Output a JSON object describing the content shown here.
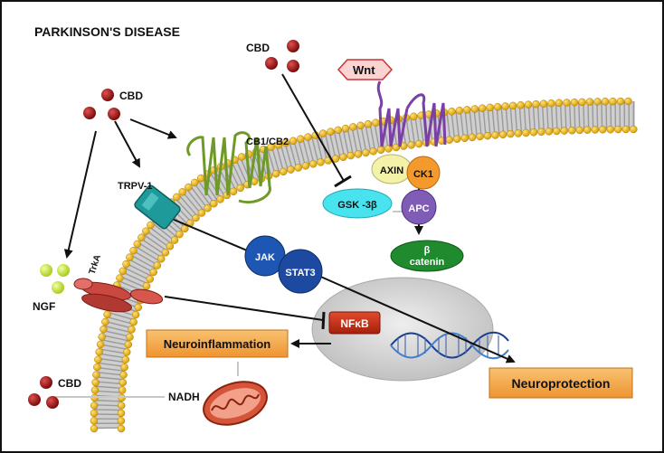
{
  "title": "PARKINSON'S DISEASE",
  "labels": {
    "cbd_top": "CBD",
    "cbd_left": "CBD",
    "cbd_bottom": "CBD",
    "wnt": "Wnt",
    "cb1_cb2": "CB1/CB2",
    "trpv1": "TRPV-1",
    "trka": "TrkA",
    "ngf": "NGF",
    "axin": "AXIN",
    "ck1": "CK1",
    "gsk3b": "GSK -3β",
    "apc": "APC",
    "beta": "β",
    "catenin": "catenin",
    "jak": "JAK",
    "stat3": "STAT3",
    "nfkb": "NFκB",
    "neuroinflammation": "Neuroinflammation",
    "neuroprotection": "Neuroprotection",
    "nadh": "NADH"
  },
  "colors": {
    "membrane_head": "#e8b21c",
    "cbd_molecule": "#8e1212",
    "ngf_molecule": "#c6e63a",
    "wnt_fill": "#fbd3d3",
    "receptor_purple": "#7b3fa5",
    "receptor_green": "#6f9a2a",
    "trpv_teal": "#1f9a9a",
    "trka_red": "#c9483f",
    "axin": "#f4f1a8",
    "ck1": "#f49a2c",
    "gsk3b": "#48e3ee",
    "apc": "#7f5cb5",
    "catenin": "#1f8a2e",
    "jak": "#1d57b3",
    "stat3": "#1d4aa0",
    "nfkb": "#c9321a",
    "outcome_box": "#f3a94a"
  }
}
